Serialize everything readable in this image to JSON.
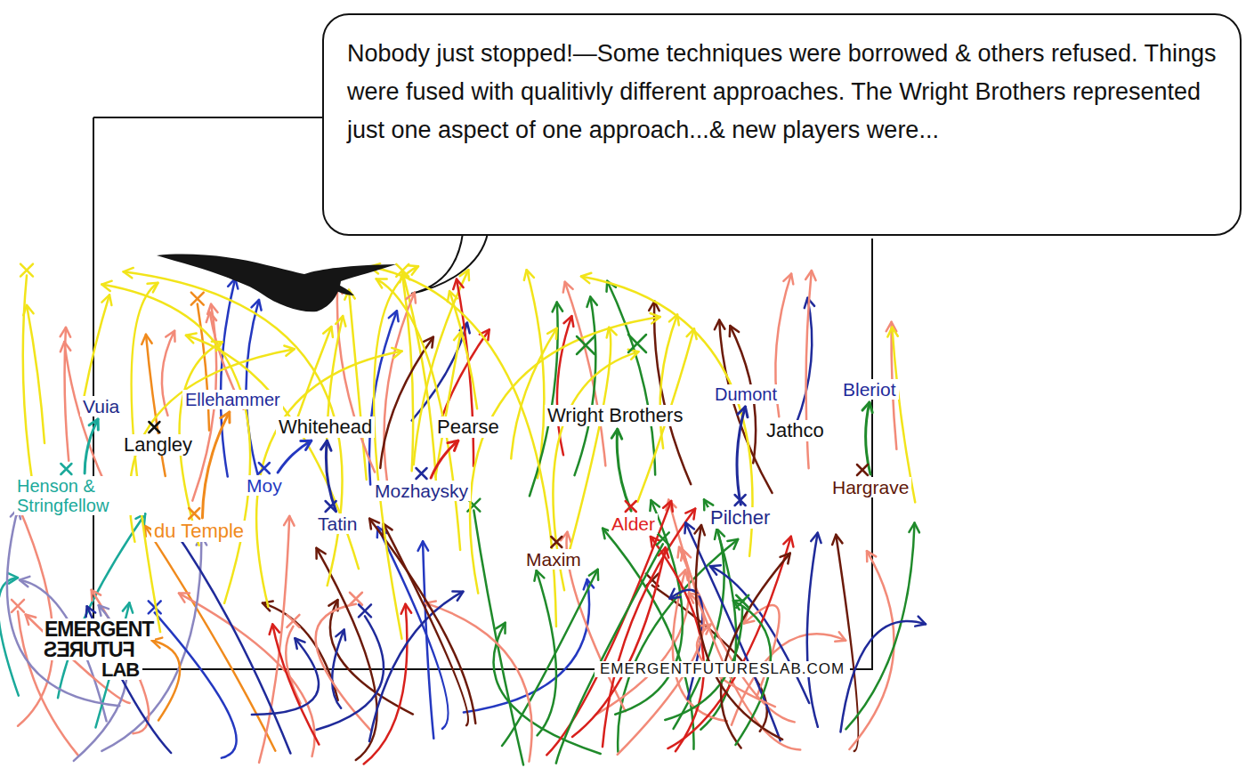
{
  "diagram": {
    "nodes": [
      {
        "text": [
          "Nobody just stopped!—Some techniques were borrowed & others refused. Things were fused with qualitivly different approaches. The Wright Brothers represented just one aspect of one approach...& new players were..."
        ]
      },
      {
        "text": [
          "Vuia"
        ]
      },
      {
        "text": [
          "Ellehammer"
        ]
      },
      {
        "text": [
          "Langley"
        ]
      },
      {
        "text": [
          "Whitehead"
        ]
      },
      {
        "text": [
          "Pearse"
        ]
      },
      {
        "text": [
          "Wright Brothers"
        ]
      },
      {
        "text": [
          "Dumont"
        ]
      },
      {
        "text": [
          "Jathco"
        ]
      },
      {
        "text": [
          "Bleriot"
        ]
      },
      {
        "text": [
          "Hargrave"
        ]
      },
      {
        "text": [
          "Henson & Stringfellow"
        ]
      },
      {
        "text": [
          "Moy"
        ]
      },
      {
        "text": [
          "Mozhaysky"
        ]
      },
      {
        "text": [
          "du Temple"
        ]
      },
      {
        "text": [
          "Tatin"
        ]
      },
      {
        "text": [
          "Alder"
        ]
      },
      {
        "text": [
          "Pilcher"
        ]
      },
      {
        "text": [
          "Maxim"
        ]
      }
    ],
    "edges": [
      {
        "from": 11,
        "to": 1,
        "arrow": "to"
      },
      {
        "from": 14,
        "to": 2,
        "arrow": "to"
      },
      {
        "from": 12,
        "to": 4,
        "arrow": "to"
      },
      {
        "from": 13,
        "to": 5,
        "arrow": "to"
      },
      {
        "from": 16,
        "to": 6,
        "arrow": "to"
      },
      {
        "from": 17,
        "to": 7,
        "arrow": "to"
      },
      {
        "from": 10,
        "to": 9,
        "arrow": "to"
      },
      {
        "from": 15,
        "to": 4,
        "arrow": "to"
      }
    ],
    "labels": [
      "EMERGENT",
      "FUTURES",
      "LAB",
      "EMERGENTFUTURESLAB.COM"
    ]
  }
}
